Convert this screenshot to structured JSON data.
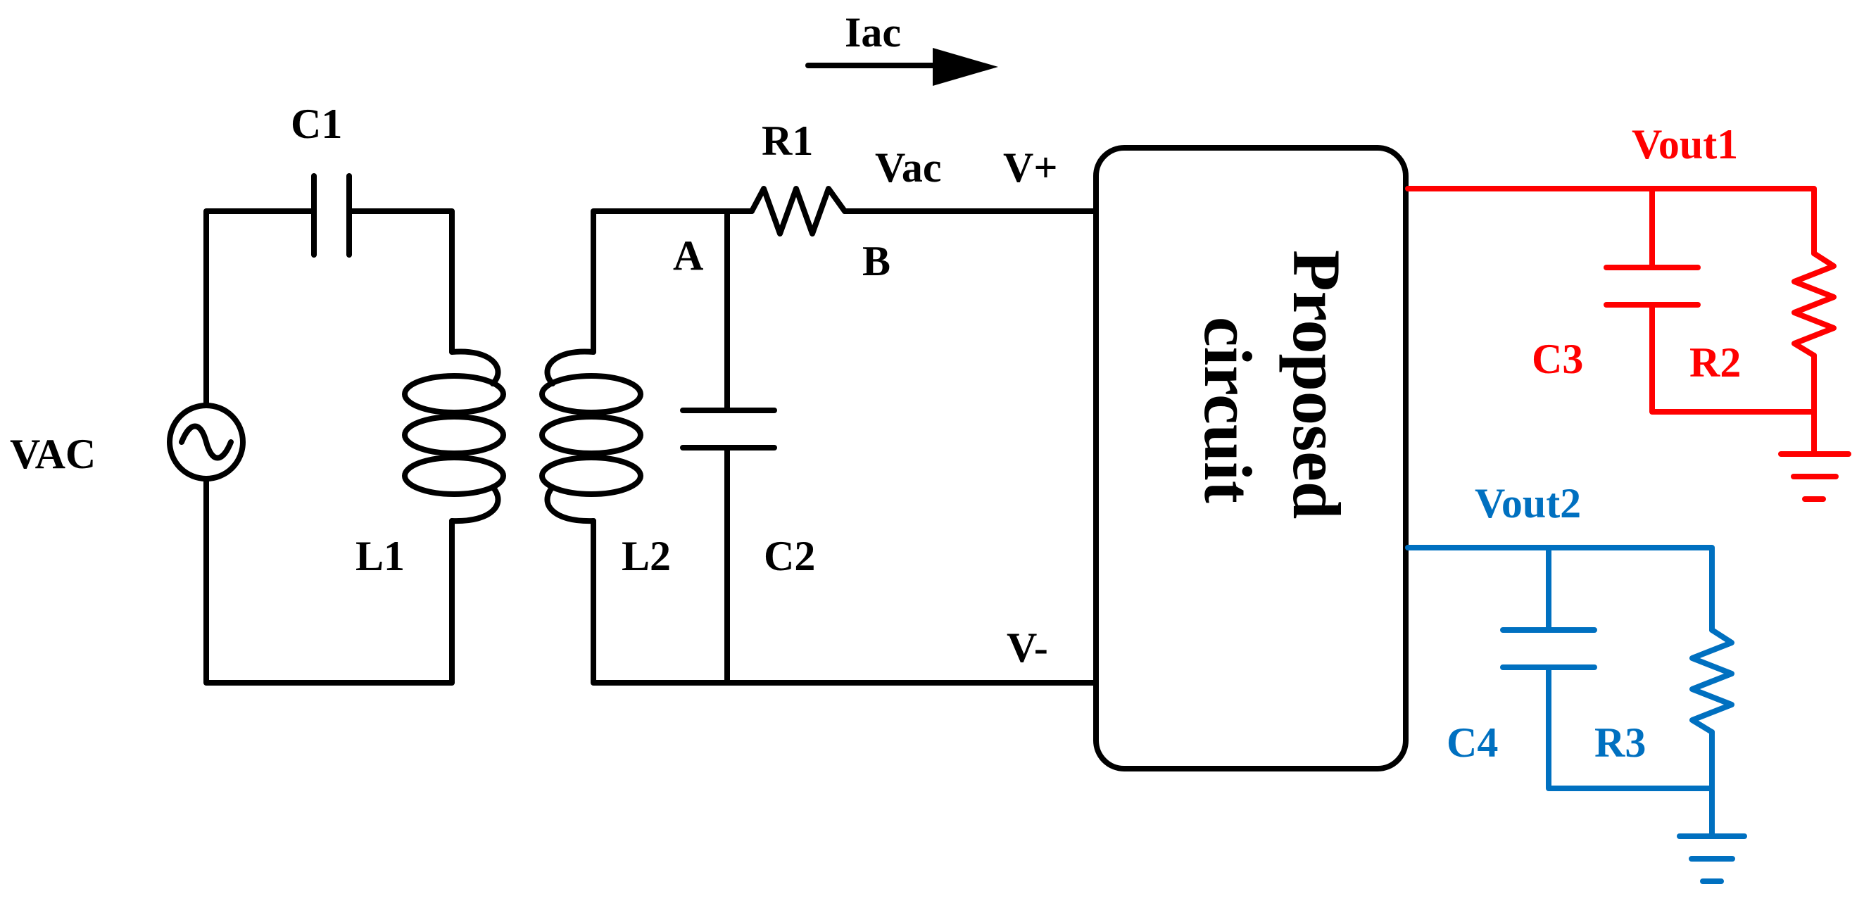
{
  "labels": {
    "iac": "Iac",
    "c1": "C1",
    "r1": "R1",
    "vac_node": "Vac",
    "vplus": "V+",
    "vminus": "V-",
    "node_a": "A",
    "node_b": "B",
    "vac_source": "VAC",
    "l1": "L1",
    "l2": "L2",
    "c2": "C2",
    "vout1": "Vout1",
    "c3": "C3",
    "r2": "R2",
    "vout2": "Vout2",
    "c4": "C4",
    "r3": "R3"
  },
  "block": {
    "line1": "Proposed",
    "line2": "circuit"
  },
  "colors": {
    "main": "#000000",
    "output1": "#ff0000",
    "output2": "#0070c0"
  }
}
